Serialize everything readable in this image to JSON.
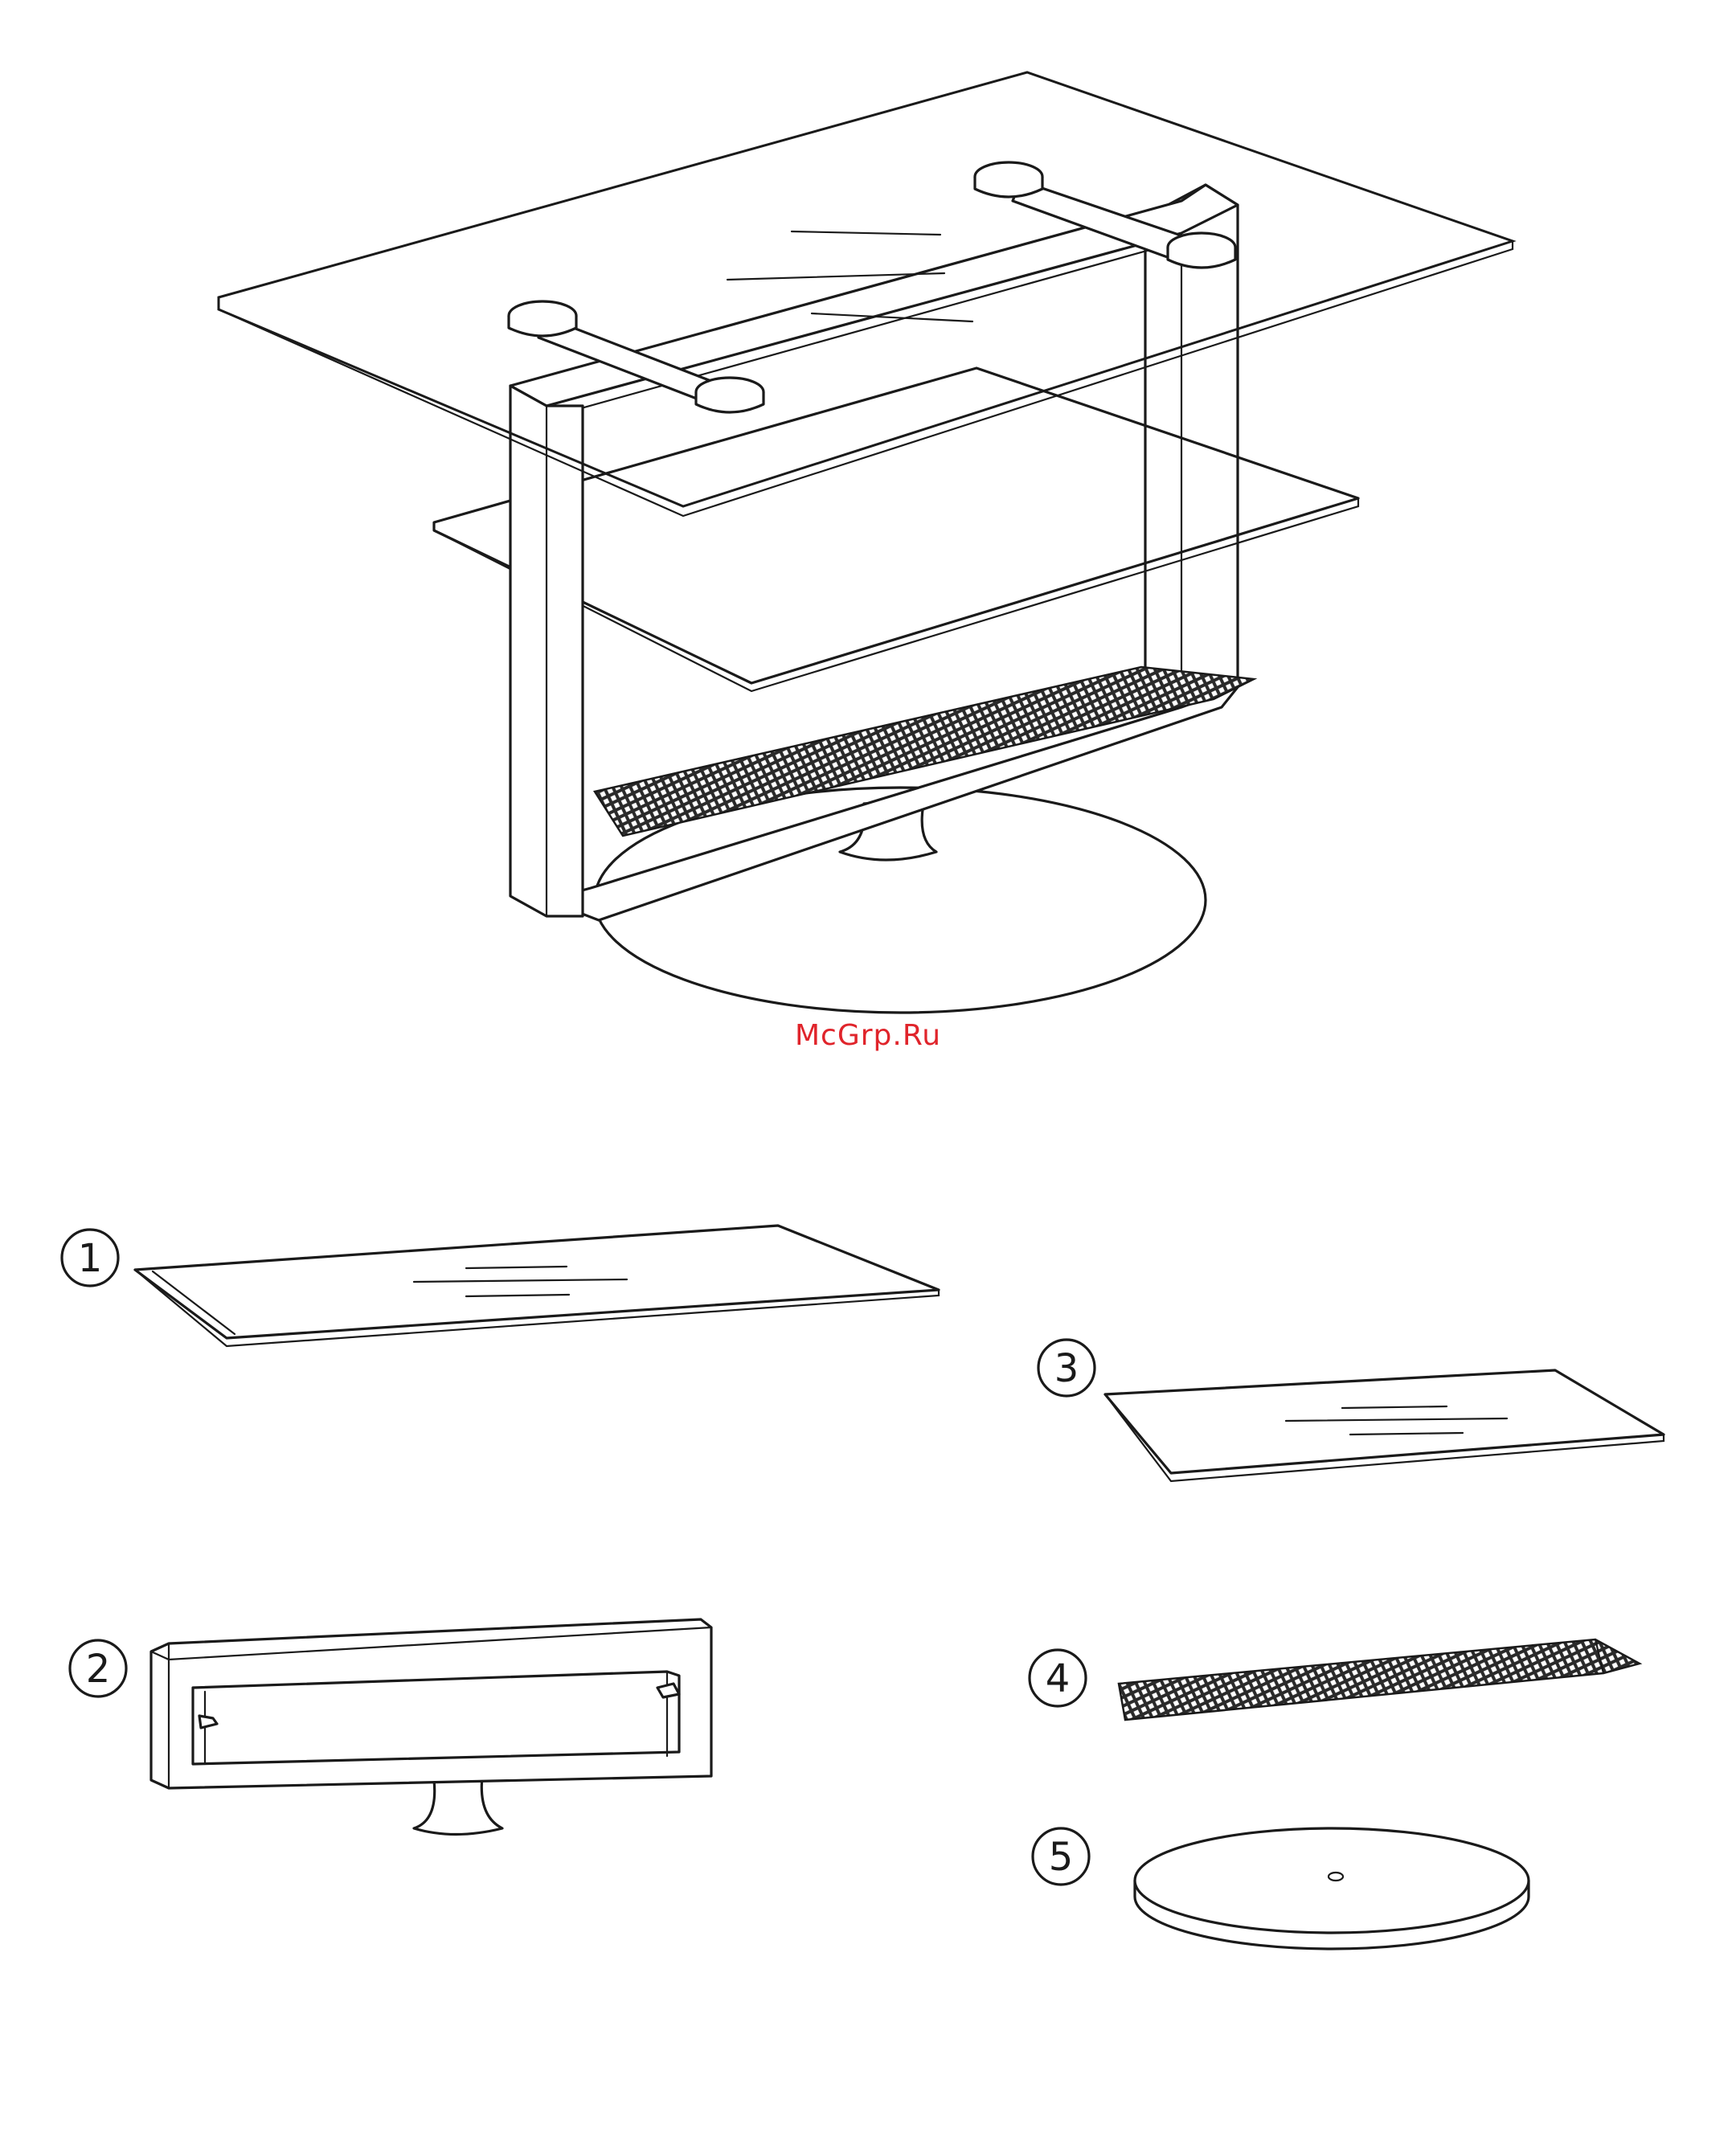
{
  "watermark": {
    "text": "McGrp.Ru",
    "color": "#e0242b"
  },
  "parts": [
    {
      "number": "1",
      "icon": "glass-top-panel"
    },
    {
      "number": "2",
      "icon": "frame-with-stand"
    },
    {
      "number": "3",
      "icon": "glass-shelf"
    },
    {
      "number": "4",
      "icon": "mesh-cable-tray"
    },
    {
      "number": "5",
      "icon": "round-base-plate"
    }
  ],
  "colors": {
    "line": "#1a1a1a",
    "background": "#ffffff",
    "mesh": "#2a2a2a"
  }
}
